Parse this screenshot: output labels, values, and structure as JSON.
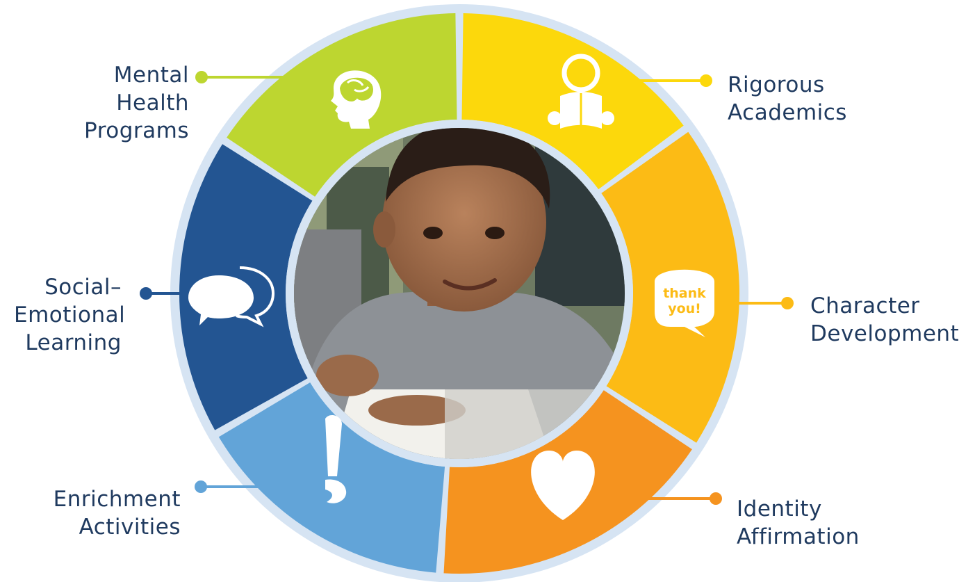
{
  "segments": [
    {
      "id": "mental-health",
      "label_lines": [
        "Mental",
        "Health",
        "Programs"
      ],
      "color": "#bdd630",
      "icon": "brain-head-icon"
    },
    {
      "id": "rigorous-academics",
      "label_lines": [
        "Rigorous",
        "Academics"
      ],
      "color": "#fcd80c",
      "icon": "reader-icon"
    },
    {
      "id": "character-development",
      "label_lines": [
        "Character",
        "Development"
      ],
      "color": "#fcbb15",
      "icon": "thank-you-bubble-icon",
      "icon_text": [
        "thank",
        "you!"
      ]
    },
    {
      "id": "identity-affirmation",
      "label_lines": [
        "Identity",
        "Affirmation"
      ],
      "color": "#f5931f",
      "icon": "heart-icon"
    },
    {
      "id": "enrichment-activities",
      "label_lines": [
        "Enrichment",
        "Activities"
      ],
      "color": "#62a4d8",
      "icon": "paintbrush-icon"
    },
    {
      "id": "social-emotional-learning",
      "label_lines": [
        "Social–",
        "Emotional",
        "Learning"
      ],
      "color": "#235592",
      "icon": "speech-bubbles-icon"
    }
  ],
  "colors": {
    "ring_background": "#d6e4f3",
    "label_text": "#1f3a5f",
    "photo_accent": "#9a6a4a"
  }
}
